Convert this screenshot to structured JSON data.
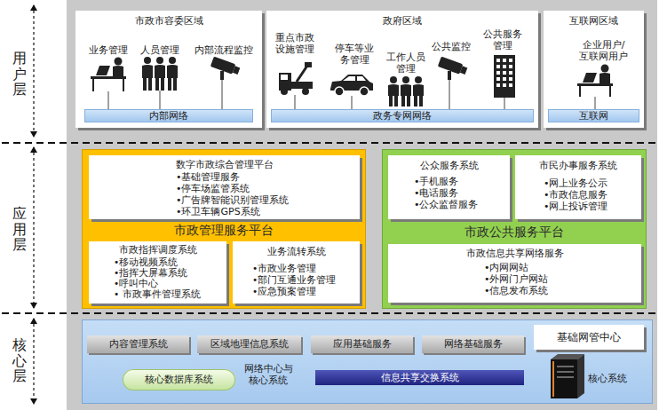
{
  "diagram": {
    "nodes": [
      {
        "text": [
          "市政市容委区域",
          "业务管理",
          "人员管理",
          "内部流程监控"
        ]
      },
      {
        "text": [
          "内部网络"
        ],
        "in": 0
      },
      {
        "text": [
          "政府区域",
          "重点市政设施管理",
          "停车等业务管理",
          "工作人员管理",
          "公共监控",
          "公共服务管理"
        ]
      },
      {
        "text": [
          "政务专网网络"
        ],
        "in": 2
      },
      {
        "text": [
          "互联网区域",
          "企业用户/互联网用户"
        ]
      },
      {
        "text": [
          "互联网"
        ],
        "in": 4
      },
      {
        "text": [
          "市政管理服务平台"
        ]
      },
      {
        "text": [
          "数字市政综合管理平台",
          "•基础管理服务",
          "•停车场监管系统",
          "•广告牌智能识别管理系统",
          "•环卫车辆GPS系统"
        ],
        "in": 6
      },
      {
        "text": [
          "市政指挥调度系统",
          "•移动视频系统",
          "•指挥大屏幕系统",
          "•呼叫中心",
          "• 市政事件管理系统"
        ],
        "in": 6
      },
      {
        "text": [
          "业务流转系统",
          "•市政业务管理",
          "•部门互通业务管理",
          "•应急预案管理"
        ],
        "in": 6
      },
      {
        "text": [
          "市政公共服务平台"
        ]
      },
      {
        "text": [
          "公众服务系统",
          "•手机服务",
          "•电话服务",
          "•公众监督服务"
        ],
        "in": 10
      },
      {
        "text": [
          "市民办事服务系统",
          "•网上业务公示",
          "•市政信息服务",
          "•网上投诉管理"
        ],
        "in": 10
      },
      {
        "text": [
          "市政信息共享网络服务",
          "•内网网站",
          "•外网门户网站",
          "•信息发布系统"
        ],
        "in": 10
      },
      {
        "text": [
          "网络中心与核心系统"
        ]
      },
      {
        "text": [
          "内容管理系统"
        ],
        "in": 14
      },
      {
        "text": [
          "区域地理信息系统"
        ],
        "in": 14
      },
      {
        "text": [
          "应用基础服务"
        ],
        "in": 14
      },
      {
        "text": [
          "网络基础服务"
        ],
        "in": 14
      },
      {
        "text": [
          "基础网管中心"
        ],
        "in": 14
      },
      {
        "text": [
          "核心数据库系统"
        ],
        "in": 14
      },
      {
        "text": [
          "信息共享交换系统"
        ],
        "in": 14
      }
    ],
    "labels": [
      "用户层",
      "应用层",
      "核心层",
      "核心系统"
    ]
  }
}
